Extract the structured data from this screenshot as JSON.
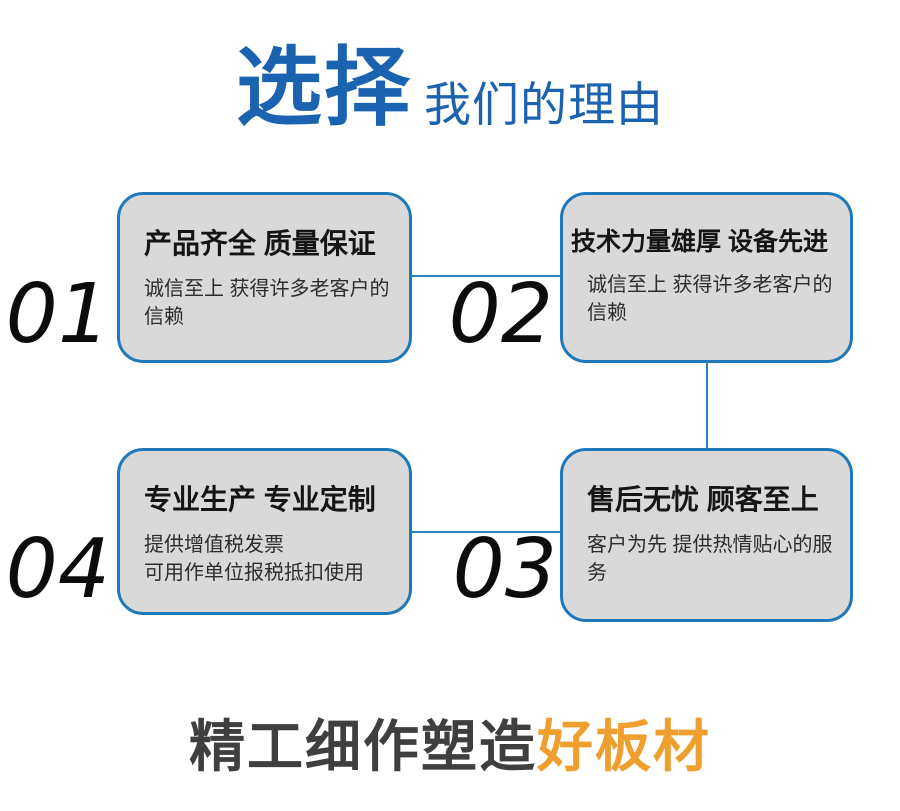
{
  "header": {
    "title_main": "选择",
    "title_sub": "我们的理由"
  },
  "cards": [
    {
      "number": "01",
      "title": "产品齐全 质量保证",
      "desc": "诚信至上 获得许多老客户的信赖"
    },
    {
      "number": "02",
      "title": "技术力量雄厚 设备先进",
      "desc": "诚信至上 获得许多老客户的信赖"
    },
    {
      "number": "03",
      "title": "售后无忧 顾客至上",
      "desc": "客户为先 提供热情贴心的服务"
    },
    {
      "number": "04",
      "title": "专业生产 专业定制",
      "desc": "提供增值税发票\n可用作单位报税抵扣使用"
    }
  ],
  "footer": {
    "slogan_dark": "精工细作塑造",
    "slogan_orange": "好板材"
  },
  "colors": {
    "accent_blue": "#1b63b1",
    "border_blue": "#1f78b9",
    "connector_blue": "#2f7fc1",
    "card_bg": "#d9d9d9",
    "card_title": "#151515",
    "card_text": "#2d2d2d",
    "number_black": "#0c0c0c",
    "slogan_dark": "#3f3f3f",
    "slogan_orange": "#ef9f2d"
  }
}
